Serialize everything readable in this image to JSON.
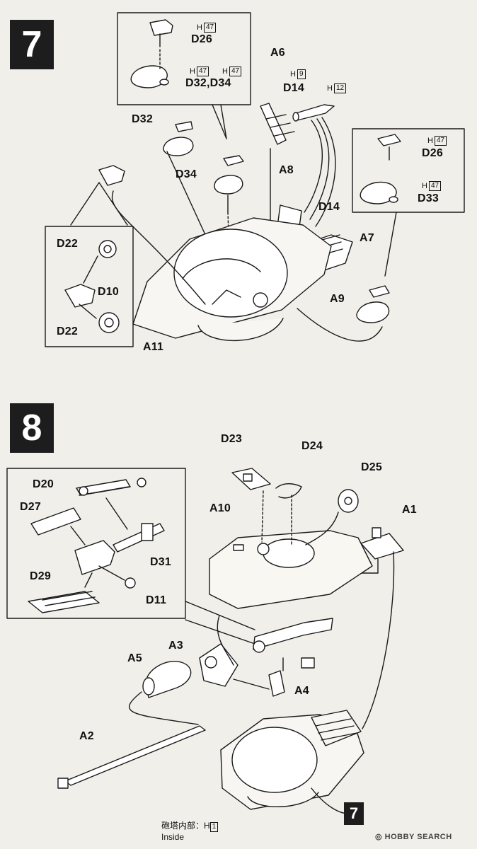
{
  "step7": {
    "number": "7",
    "labels": {
      "D26_top": "D26",
      "D32_D34": "D32,D34",
      "A6": "A6",
      "D14_top": "D14",
      "D32": "D32",
      "D34": "D34",
      "A8": "A8",
      "D14_mid": "D14",
      "D26_right": "D26",
      "D33": "D33",
      "A7": "A7",
      "A9": "A9",
      "D22_top": "D22",
      "D10": "D10",
      "D22_bottom": "D22",
      "A11": "A11"
    },
    "paint": {
      "h47_a": {
        "h": "H",
        "code": "47"
      },
      "h47_b": {
        "h": "H",
        "code": "47"
      },
      "h47_c": {
        "h": "H",
        "code": "47"
      },
      "h9": {
        "h": "H",
        "code": "9"
      },
      "h12": {
        "h": "H",
        "code": "12"
      },
      "h47_d": {
        "h": "H",
        "code": "47"
      },
      "h47_e": {
        "h": "H",
        "code": "47"
      }
    }
  },
  "step8": {
    "number": "8",
    "labels": {
      "D23": "D23",
      "D24": "D24",
      "D25": "D25",
      "D20": "D20",
      "A10": "A10",
      "A1": "A1",
      "D27": "D27",
      "D31": "D31",
      "D29": "D29",
      "D11": "D11",
      "A3": "A3",
      "A5": "A5",
      "A4": "A4",
      "A2": "A2"
    },
    "ref_step": "7"
  },
  "footer": {
    "note_jp": "砲塔内部：H",
    "note_code": "1",
    "note_en": "Inside"
  },
  "watermark": "HOBBY SEARCH"
}
